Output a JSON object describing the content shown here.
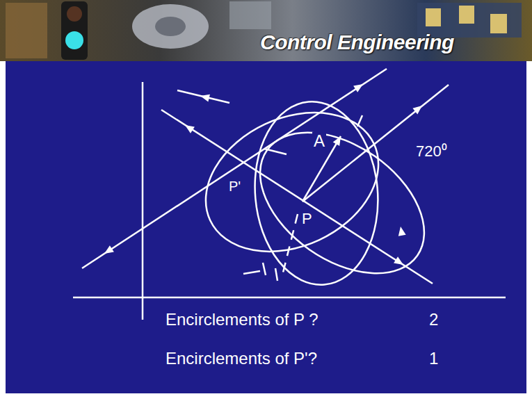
{
  "diagram": {
    "title": "Control Engineering",
    "labels": [
      "A",
      "P'",
      "P",
      "720⁰",
      "Encirclements of P ?",
      "2",
      "Encirclements of P'?",
      "1"
    ]
  }
}
